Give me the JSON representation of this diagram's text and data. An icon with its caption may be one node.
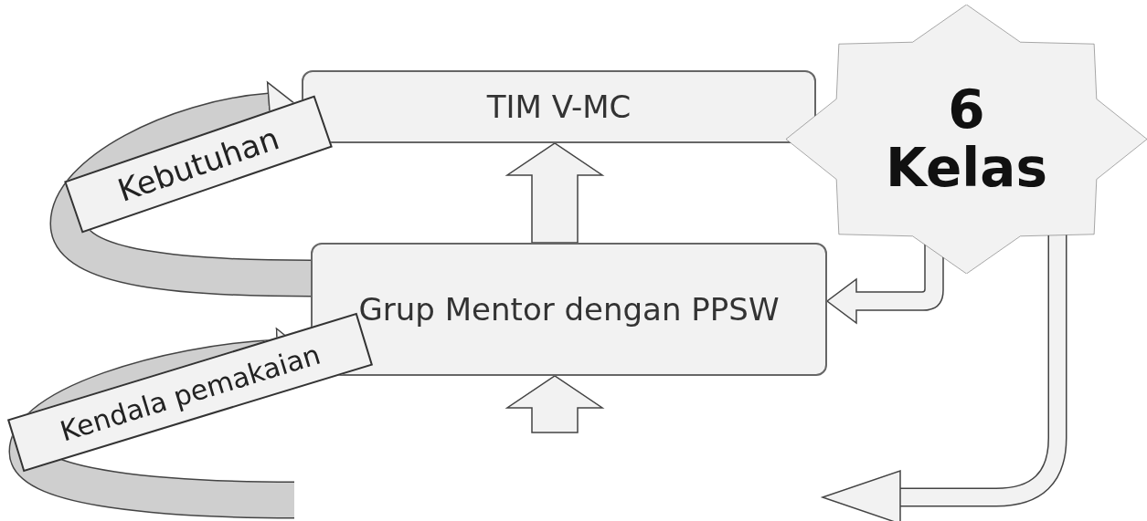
{
  "diagram": {
    "nodes": [
      {
        "text": [
          "TIM V-MC"
        ]
      },
      {
        "text": [
          "Grup Mentor dengan PPSW"
        ]
      },
      {
        "text": [
          "6",
          "Kelas"
        ]
      }
    ],
    "edges": [
      {
        "from": 1,
        "to": 0,
        "arrow": "to"
      },
      {
        "from": null,
        "to": 1,
        "arrow": "to"
      },
      {
        "from": 1,
        "to": 0,
        "arrow": "to",
        "label": "Kebutuhan"
      },
      {
        "from": null,
        "to": 1,
        "arrow": "to",
        "label": "Kendala pemakaian"
      },
      {
        "from": 2,
        "to": 1,
        "arrow": "to"
      },
      {
        "from": 2,
        "to": null,
        "arrow": "to"
      }
    ]
  }
}
